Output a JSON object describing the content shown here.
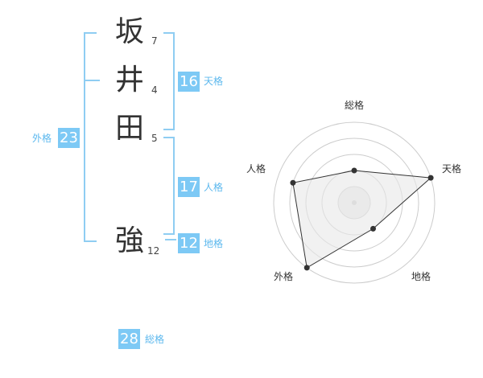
{
  "name": {
    "kanji": [
      {
        "char": "坂",
        "strokes": "7"
      },
      {
        "char": "井",
        "strokes": "4"
      },
      {
        "char": "田",
        "strokes": "5"
      },
      {
        "char": "強",
        "strokes": "12"
      }
    ]
  },
  "kakusu": {
    "tenkaku": {
      "value": "16",
      "label": "天格"
    },
    "jinkaku": {
      "value": "17",
      "label": "人格"
    },
    "chikaku": {
      "value": "12",
      "label": "地格"
    },
    "gaikaku": {
      "value": "23",
      "label": "外格"
    },
    "soukaku": {
      "value": "28",
      "label": "総格"
    }
  },
  "chart_data": {
    "type": "radar",
    "axes": [
      "総格",
      "天格",
      "地格",
      "外格",
      "人格"
    ],
    "values": [
      2,
      5,
      2,
      5,
      4
    ],
    "max": 5,
    "rings": 5,
    "grid": true,
    "colors": {
      "line": "#333333",
      "fill": "#e8e8e8",
      "grid": "#cccccc"
    }
  }
}
